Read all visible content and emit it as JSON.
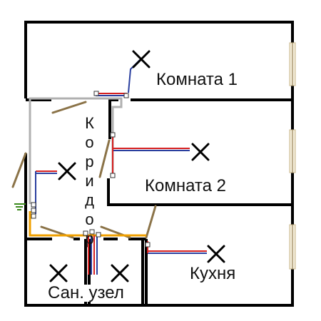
{
  "rooms": {
    "room1": "Комната 1",
    "room2": "Комната 2",
    "corridor": "Коридор",
    "kitchen": "Кухня",
    "bathroom": "Сан. узел"
  },
  "colors": {
    "wall": "#000000",
    "door": "#8b7348",
    "window": "#c8b68a",
    "cable_gray": "#b0b0b0",
    "cable_orange": "#f0a000",
    "cable_red": "#d62020",
    "cable_blue": "#2a3f9f",
    "ground": "#3c8a1e"
  },
  "icons": [
    "ceiling-light-fixture-icon",
    "junction-box-icon",
    "ground-terminal-icon"
  ]
}
